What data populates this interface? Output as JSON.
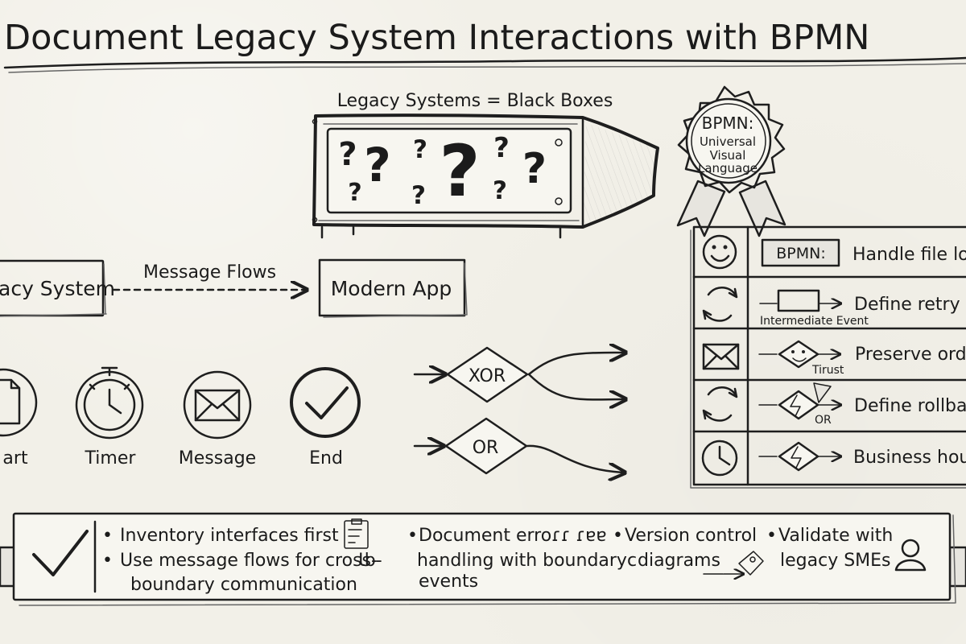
{
  "title": "Document Legacy System Interactions with BPMN",
  "legacy_systems": {
    "label": "Legacy Systems = Black Boxes",
    "question_marks": [
      "?",
      "?",
      "?",
      "?",
      "?",
      "?",
      "?",
      "?",
      "?"
    ]
  },
  "bpmn_badge": {
    "title": "BPMN:",
    "subtitle_lines": [
      "Universal",
      "Visual",
      "Language"
    ]
  },
  "message_flow": {
    "source": "acy System",
    "label": "Message Flows",
    "target": "Modern App"
  },
  "events": [
    {
      "label": "art",
      "icon": "document-icon"
    },
    {
      "label": "Timer",
      "icon": "stopwatch-icon"
    },
    {
      "label": "Message",
      "icon": "envelope-icon"
    },
    {
      "label": "End",
      "icon": "check-icon"
    }
  ],
  "gateways": [
    {
      "label": "XOR"
    },
    {
      "label": "OR"
    }
  ],
  "rules": [
    {
      "icon": "smiley-icon",
      "bpmn": "BPMN:",
      "text": "Handle file lo"
    },
    {
      "icon": "refresh-icon",
      "annotation": "Intermediate Event",
      "text": "Define retry l"
    },
    {
      "icon": "envelope-icon",
      "annotation": "Tirust",
      "text": "Preserve orde"
    },
    {
      "icon": "refresh-icon",
      "annotation": "OR",
      "text": "Define rollbac"
    },
    {
      "icon": "clock-icon",
      "text": "Business hours"
    }
  ],
  "tips": {
    "items": [
      [
        "Inventory interfaces first",
        "Use message flows for cross-",
        "boundary communication"
      ],
      [
        "Document erroɾɾ ɾɐɐ",
        "handling with boundaryc",
        "events"
      ],
      [
        "Version control",
        "diagrams"
      ],
      [
        "Validate with",
        "legacy SMEs"
      ]
    ],
    "bullet": "•",
    "word_fragment": "Ɩb-"
  },
  "colors": {
    "paper": "#f2f0e8",
    "ink": "#1e1e1e",
    "shade": "#777777"
  }
}
